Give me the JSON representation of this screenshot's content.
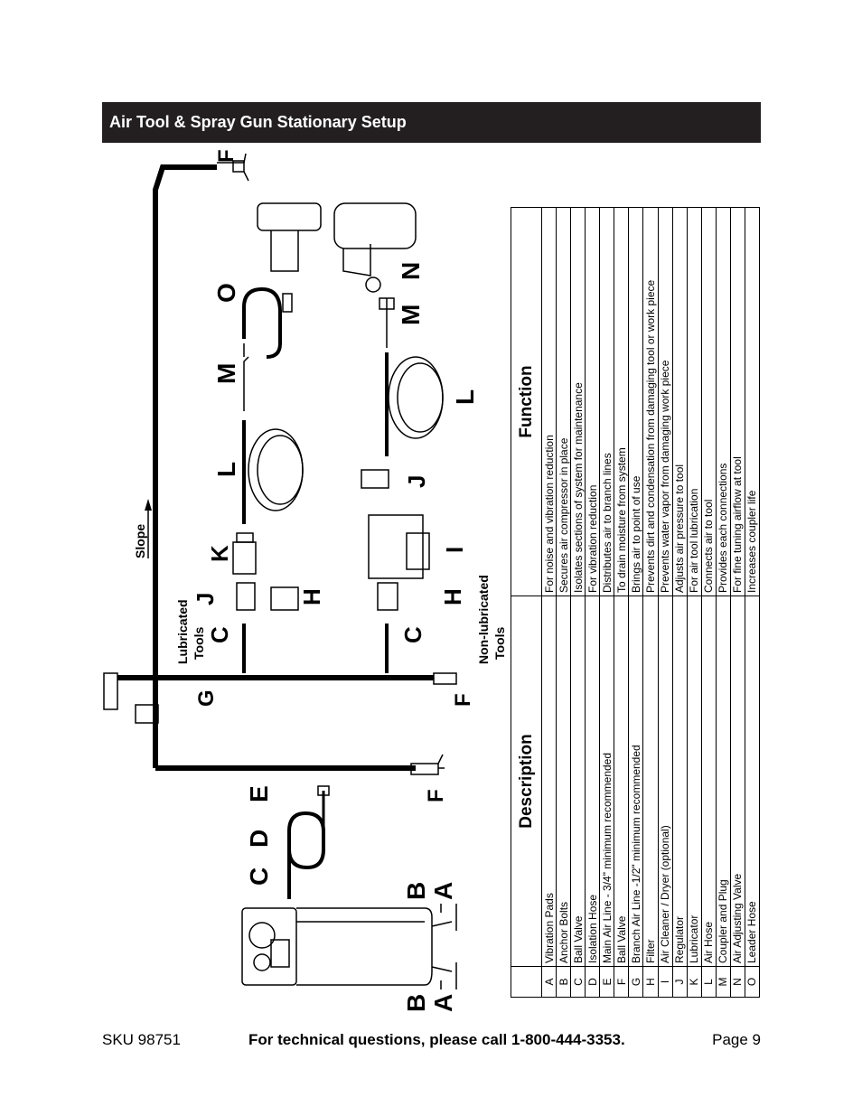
{
  "header": {
    "title": "Air Tool & Spray Gun Stationary Setup"
  },
  "diagram": {
    "slope_label": "Slope",
    "lubricated_line1": "Lubricated",
    "lubricated_line2": "Tools",
    "nonlubricated_line1": "Non-lubricated",
    "nonlubricated_line2": "Tools",
    "callouts": {
      "a": "A",
      "b": "B",
      "c": "C",
      "d": "D",
      "e": "E",
      "f": "F",
      "g": "G",
      "h": "H",
      "i": "I",
      "j": "J",
      "k": "K",
      "l": "L",
      "m": "M",
      "n": "N",
      "o": "O"
    }
  },
  "table": {
    "headers": {
      "letter": "",
      "description": "Description",
      "function": "Function"
    },
    "rows": [
      {
        "letter": "A",
        "description": "Vibration Pads",
        "function": "For noise and vibration reduction"
      },
      {
        "letter": "B",
        "description": "Anchor Bolts",
        "function": "Secures air compressor in place"
      },
      {
        "letter": "C",
        "description": "Ball Valve",
        "function": "Isolates sections of system for maintenance"
      },
      {
        "letter": "D",
        "description": "Isolation Hose",
        "function": "For vibration reduction"
      },
      {
        "letter": "E",
        "description": "Main Air Line - 3/4\" minimum recommended",
        "function": "Distributes air to branch lines"
      },
      {
        "letter": "F",
        "description": "Ball Valve",
        "function": "To drain moisture from system"
      },
      {
        "letter": "G",
        "description": "Branch Air Line -1/2\" minimum recommended",
        "function": "Brings air to point of use"
      },
      {
        "letter": "H",
        "description": "Filter",
        "function": "Prevents dirt and condensation from damaging tool or work piece"
      },
      {
        "letter": "I",
        "description": "Air Cleaner / Dryer (optional)",
        "function": "Prevents water vapor from damaging work piece"
      },
      {
        "letter": "J",
        "description": "Regulator",
        "function": "Adjusts air pressure to tool"
      },
      {
        "letter": "K",
        "description": "Lubricator",
        "function": "For air tool lubrication"
      },
      {
        "letter": "L",
        "description": "Air Hose",
        "function": "Connects air to tool"
      },
      {
        "letter": "M",
        "description": "Coupler and Plug",
        "function": "Provides each connections"
      },
      {
        "letter": "N",
        "description": "Air Adjusting Valve",
        "function": "For fine tuning airflow at tool"
      },
      {
        "letter": "O",
        "description": "Leader Hose",
        "function": "Increases coupler life"
      }
    ]
  },
  "footer": {
    "sku": "SKU 98751",
    "help": "For technical questions, please call 1-800-444-3353.",
    "page": "Page 9"
  }
}
